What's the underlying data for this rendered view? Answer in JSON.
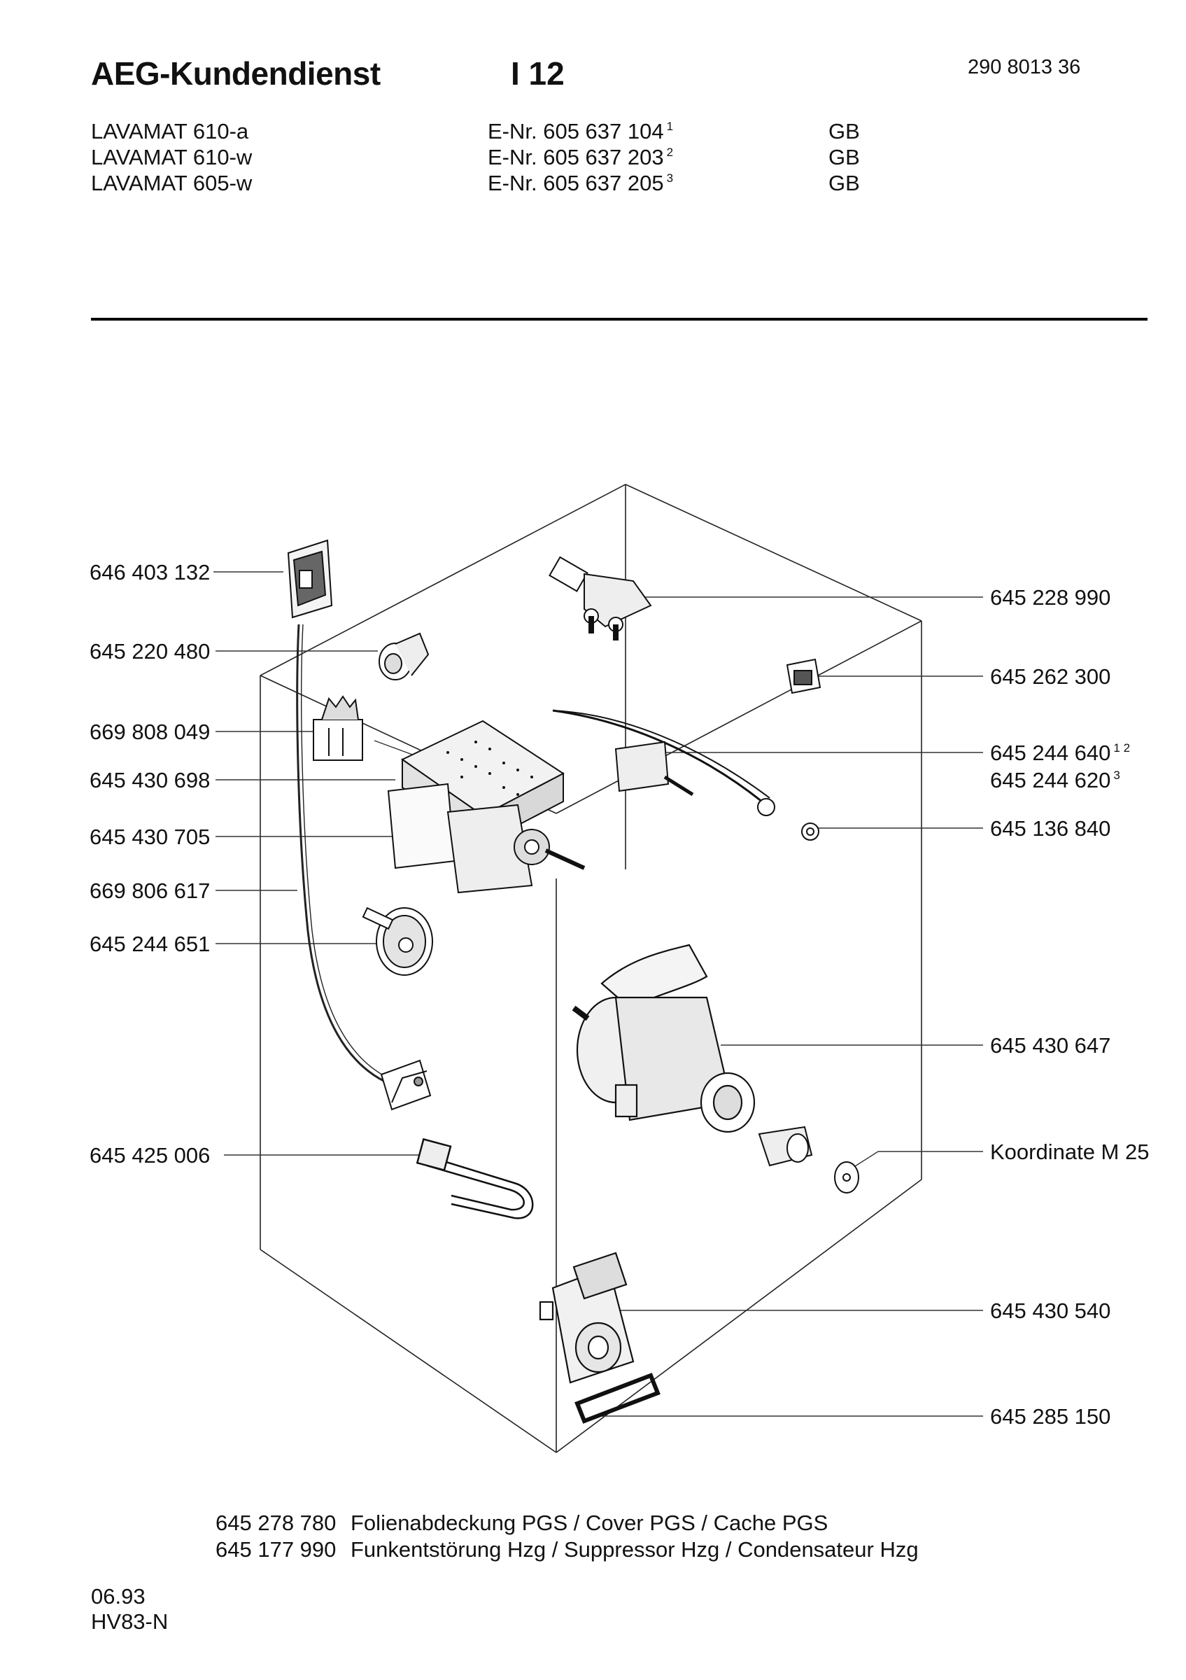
{
  "header": {
    "title": "AEG-Kundendienst",
    "code": "I 12",
    "doc_number": "290 8013 36"
  },
  "models": [
    {
      "name": "LAVAMAT 610-a",
      "enr": "E-Nr. 605 637 104",
      "sup": "1",
      "country": "GB"
    },
    {
      "name": "LAVAMAT 610-w",
      "enr": "E-Nr. 605 637 203",
      "sup": "2",
      "country": "GB"
    },
    {
      "name": "LAVAMAT 605-w",
      "enr": "E-Nr. 605 637 205",
      "sup": "3",
      "country": "GB"
    }
  ],
  "parts_left": [
    {
      "id": "646 403 132"
    },
    {
      "id": "645 220 480"
    },
    {
      "id": "669 808 049"
    },
    {
      "id": "645 430 698"
    },
    {
      "id": "645 430 705"
    },
    {
      "id": "669 806 617"
    },
    {
      "id": "645 244 651"
    },
    {
      "id": "645 425 006"
    }
  ],
  "parts_right": [
    {
      "id": "645 228 990"
    },
    {
      "id": "645 262 300"
    },
    {
      "id": "645 244 640",
      "sup": "1 2"
    },
    {
      "id": "645 244 620",
      "sup": "3"
    },
    {
      "id": "645 136 840"
    },
    {
      "id": "645 430 647"
    },
    {
      "id": "Koordinate M 25"
    },
    {
      "id": "645 430 540"
    },
    {
      "id": "645 285 150"
    }
  ],
  "footnotes": [
    {
      "num": "645 278 780",
      "text": "Folienabdeckung PGS / Cover PGS / Cache PGS"
    },
    {
      "num": "645 177 990",
      "text": "Funkentstörung Hzg / Suppressor Hzg / Condensateur Hzg"
    }
  ],
  "footer": {
    "date": "06.93",
    "code": "HV83-N"
  }
}
